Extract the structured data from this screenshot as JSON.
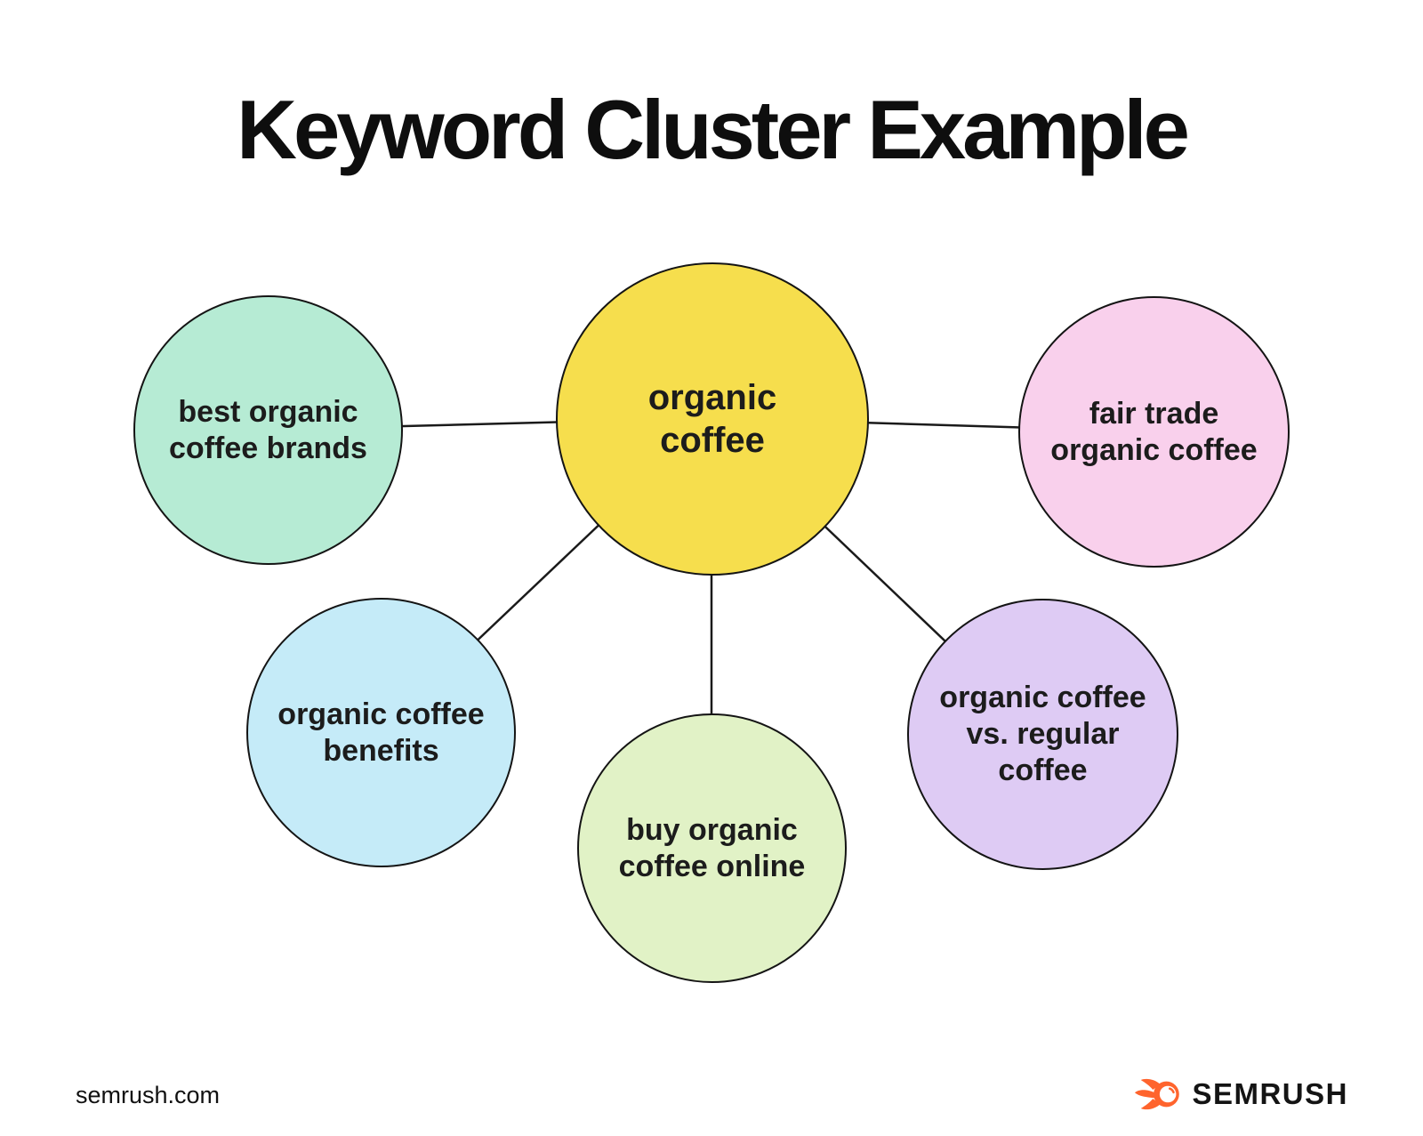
{
  "title": "Keyword Cluster Example",
  "cluster": {
    "line_color": "#1a1a1a",
    "center": {
      "label": "organic coffee",
      "color": "#F6DE4D"
    },
    "satellites": [
      {
        "label": "best organic coffee brands",
        "color": "#B6EBD4"
      },
      {
        "label": "fair trade organic coffee",
        "color": "#F9D0EC"
      },
      {
        "label": "organic coffee benefits",
        "color": "#C5EBF8"
      },
      {
        "label": "buy organic coffee online",
        "color": "#E1F2C6"
      },
      {
        "label": "organic coffee vs. regular coffee",
        "color": "#DECBF4"
      }
    ]
  },
  "footer": {
    "site": "semrush.com",
    "brand": "SEMRUSH",
    "brand_color": "#FF642D"
  }
}
